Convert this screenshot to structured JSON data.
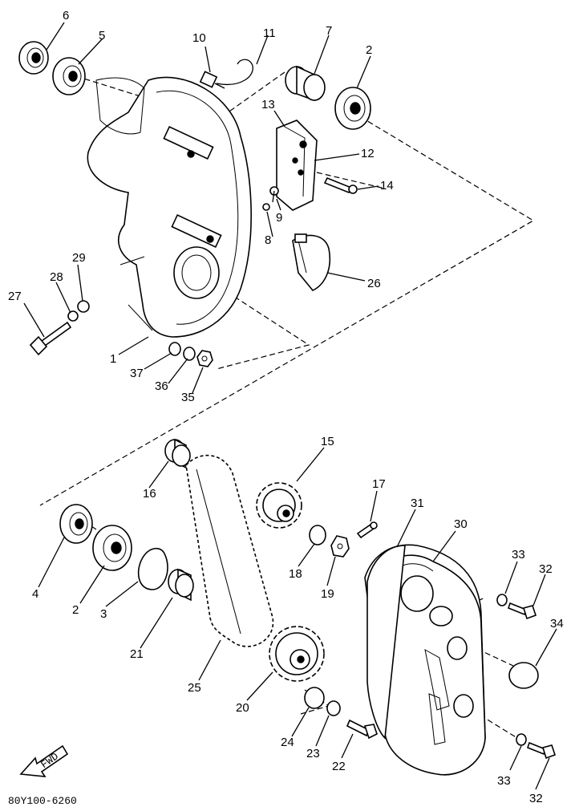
{
  "callouts": {
    "p1": "1",
    "p2a": "2",
    "p2b": "2",
    "p3": "3",
    "p4": "4",
    "p5": "5",
    "p6": "6",
    "p7": "7",
    "p8": "8",
    "p9": "9",
    "p10": "10",
    "p11": "11",
    "p12": "12",
    "p13": "13",
    "p14": "14",
    "p15": "15",
    "p16": "16",
    "p17": "17",
    "p18": "18",
    "p19": "19",
    "p20": "20",
    "p21": "21",
    "p22": "22",
    "p23": "23",
    "p24": "24",
    "p25": "25",
    "p26": "26",
    "p27": "27",
    "p28": "28",
    "p29": "29",
    "p30": "30",
    "p31": "31",
    "p32a": "32",
    "p32b": "32",
    "p33a": "33",
    "p33b": "33",
    "p34": "34",
    "p35": "35",
    "p36": "36",
    "p37": "37"
  },
  "fwd_label": "FWD",
  "drawing_code": "80Y100-6260"
}
